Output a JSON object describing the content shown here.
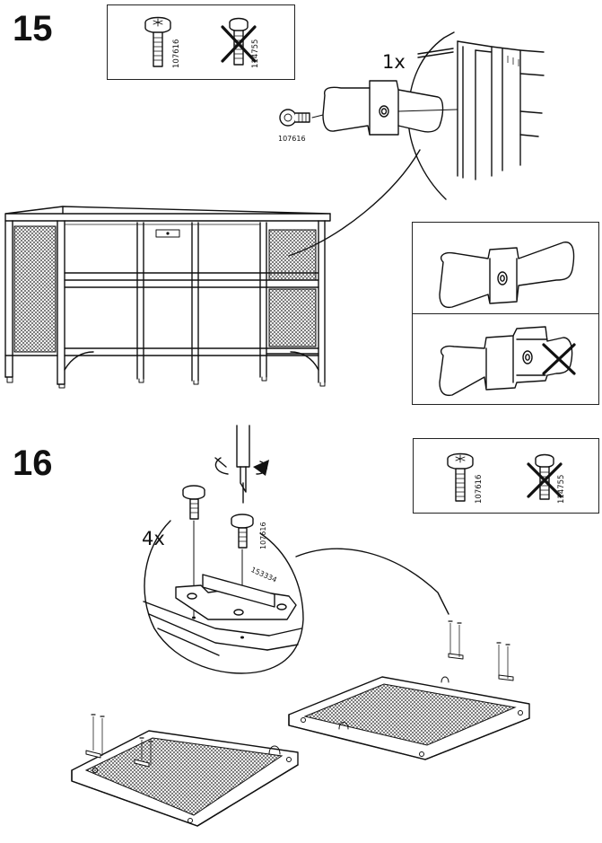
{
  "step15": {
    "number": "15",
    "quantity": "1x",
    "screw_ok_part": "107616",
    "screw_wrong_part": "114755",
    "detail_screw_part": "107616"
  },
  "step16": {
    "number": "16",
    "quantity": "4x",
    "screw_ok_part": "107616",
    "screw_wrong_part": "114755",
    "detail_screw_part": "107616",
    "hinge_part": "153334"
  }
}
